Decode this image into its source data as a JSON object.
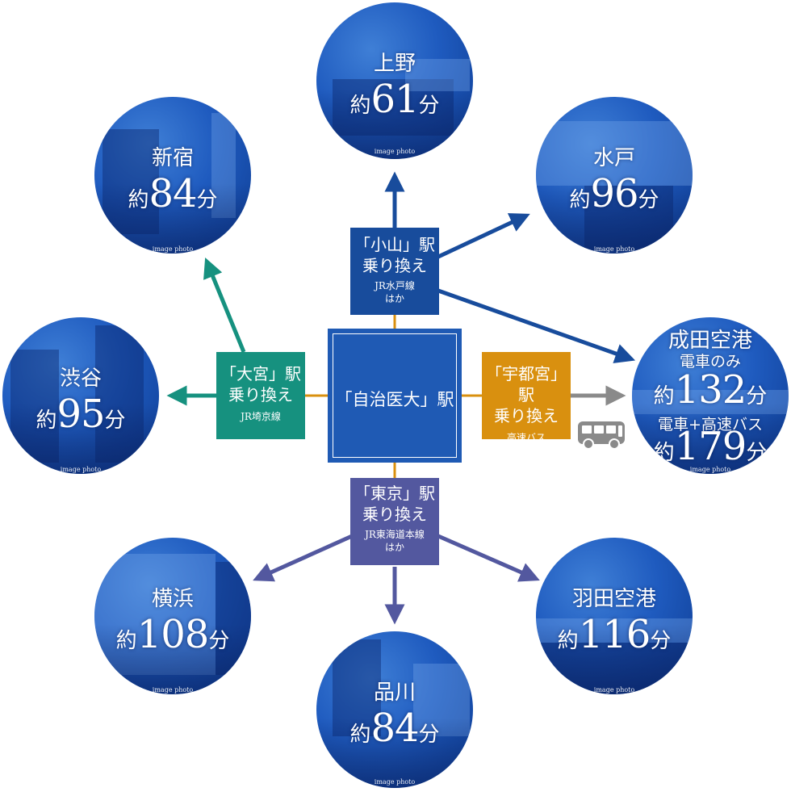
{
  "origin": {
    "station": "「自治医大」駅"
  },
  "transfers": {
    "oyama": {
      "station": "「小山」駅",
      "transfer": "乗り換え",
      "line1": "JR水戸線",
      "line2": "はか"
    },
    "omiya": {
      "station": "「大宮」駅",
      "transfer": "乗り換え",
      "line1": "JR埼京線"
    },
    "utsunomiya": {
      "station": "「宇都宮」駅",
      "transfer": "乗り換え",
      "line1": "高速バス"
    },
    "tokyo": {
      "station": "「東京」駅",
      "transfer": "乗り換え",
      "line1": "JR東海道本線",
      "line2": "はか"
    }
  },
  "destinations": {
    "ueno": {
      "name": "上野",
      "prefix": "約",
      "minutes": "61",
      "suffix": "分",
      "photo": "image photo"
    },
    "shinjuku": {
      "name": "新宿",
      "prefix": "約",
      "minutes": "84",
      "suffix": "分",
      "photo": "image photo"
    },
    "mito": {
      "name": "水戸",
      "prefix": "約",
      "minutes": "96",
      "suffix": "分",
      "photo": "image photo"
    },
    "shibuya": {
      "name": "渋谷",
      "prefix": "約",
      "minutes": "95",
      "suffix": "分",
      "photo": "image photo"
    },
    "narita": {
      "name": "成田空港",
      "sub1": "電車のみ",
      "prefix": "約",
      "minutes": "132",
      "suffix": "分",
      "sub2": "電車+高速バス",
      "minutes2": "179",
      "photo": "image photo"
    },
    "yokohama": {
      "name": "横浜",
      "prefix": "約",
      "minutes": "108",
      "suffix": "分",
      "photo": "image photo"
    },
    "haneda": {
      "name": "羽田空港",
      "prefix": "約",
      "minutes": "116",
      "suffix": "分",
      "photo": "image photo"
    },
    "shinagawa": {
      "name": "品川",
      "prefix": "約",
      "minutes": "84",
      "suffix": "分",
      "photo": "image photo"
    }
  },
  "colors": {
    "oyama": "#184c9c",
    "omiya": "#16917f",
    "utsunomiya": "#d9900f",
    "tokyo": "#53589f",
    "center": "#1f5ab4",
    "bus_arrow": "#8a8a8a",
    "connector": "#d9900f"
  },
  "icons": {
    "bus": "bus-icon"
  }
}
